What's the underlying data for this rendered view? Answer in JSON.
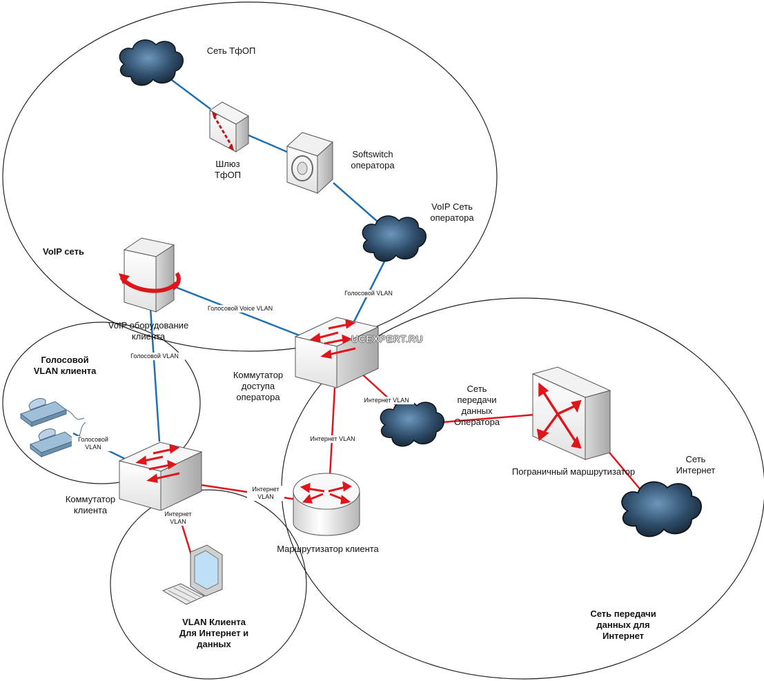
{
  "colors": {
    "voice_link": "#1f6fb0",
    "data_link": "#e0141b",
    "cloud_dark": "#1e2e3e",
    "cloud_light": "#5a86ad",
    "arrow": "#e0141b"
  },
  "zones": {
    "voip_network": "VoIP сеть",
    "pstn_network": "Сеть ТфОП",
    "client_voice_vlan": "Голосовой\nVLAN клиента",
    "client_data_vlan": "VLAN Клиента\nДля Интернет и\nданных",
    "internet_data_network": "Сеть передачи\nданных для\nИнтернет"
  },
  "nodes": {
    "pstn_gateway": "Шлюз\nТфОП",
    "softswitch": "Softswitch\nоператора",
    "voip_operator_cloud": "VoIP Сеть\nоператора",
    "voip_client_equipment": "VoIP оборудование\nклиента",
    "access_switch": "Коммутатор\nдоступа\nоператора",
    "client_switch": "Коммутатор\nклиента",
    "client_router": "Маршрутизатор клиента",
    "operator_data_cloud": "Сеть\nпередачи\nданных\nОператора",
    "border_router": "Пограничный маршрутизатор",
    "internet_cloud": "Сеть\nИнтернет"
  },
  "link_labels": {
    "voice_vlan_operator": "Голосовой VLAN",
    "voice_voice_vlan": "Голосовой Voice VLAN",
    "voice_vlan_client": "Голосовой VLAN",
    "voice_vlan_phones": "Голосовой\nVLAN",
    "internet_vlan_cloud": "Интернет VLAN",
    "internet_vlan_access": "Интернет VLAN",
    "internet_vlan_router": "Интернет\nVLAN",
    "internet_vlan_pc": "Интернет\nVLAN"
  },
  "watermark": "UCEXPERT.RU"
}
